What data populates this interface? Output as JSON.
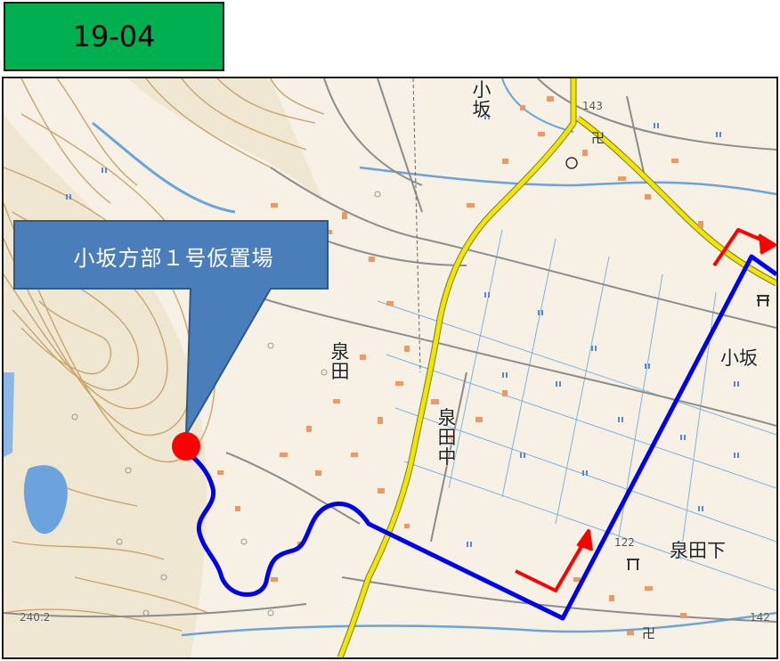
{
  "badge": {
    "code": "19-04"
  },
  "callout": {
    "label": "小坂方部１号仮置場"
  },
  "place_labels": {
    "kosaka_top": "小坂",
    "izumida": "泉田",
    "izumida_naka": "泉田中",
    "kosaka_right": "小坂",
    "izumida_shimo": "泉田下"
  },
  "spot_heights": {
    "h143": "143",
    "h122": "122",
    "h240": "240.2",
    "h142": "142"
  },
  "colors": {
    "badge": "#00b050",
    "callout": "#4a7ebb",
    "route": "#0000ee",
    "site_marker": "#ff0000",
    "direction_arrow": "#ff0000",
    "main_road": "#f2e600",
    "contour": "#c8a46e",
    "water": "#6aa3dd"
  },
  "legend_icons": [
    "site-marker-icon",
    "direction-arrow-icon",
    "temple-icon",
    "shrine-icon"
  ]
}
